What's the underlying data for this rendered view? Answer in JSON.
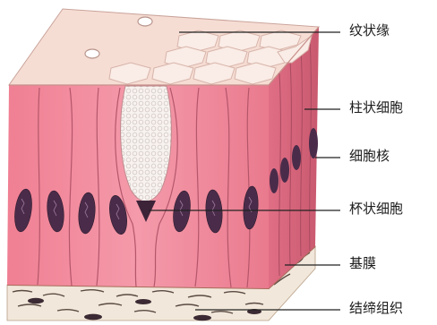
{
  "labels": {
    "microvilli": "纹状缘",
    "columnar_cell": "柱状细胞",
    "nucleus": "细胞核",
    "goblet_cell": "杯状细胞",
    "basement_membrane": "基膜",
    "connective_tissue": "结缔组织"
  },
  "colors": {
    "cytoplasm": "#f08a9c",
    "top_surface": "#f7dcd4",
    "nucleus": "#4a2c4a",
    "goblet": "#f6f1ee",
    "connective": "#efe5d8",
    "line": "#222222"
  }
}
